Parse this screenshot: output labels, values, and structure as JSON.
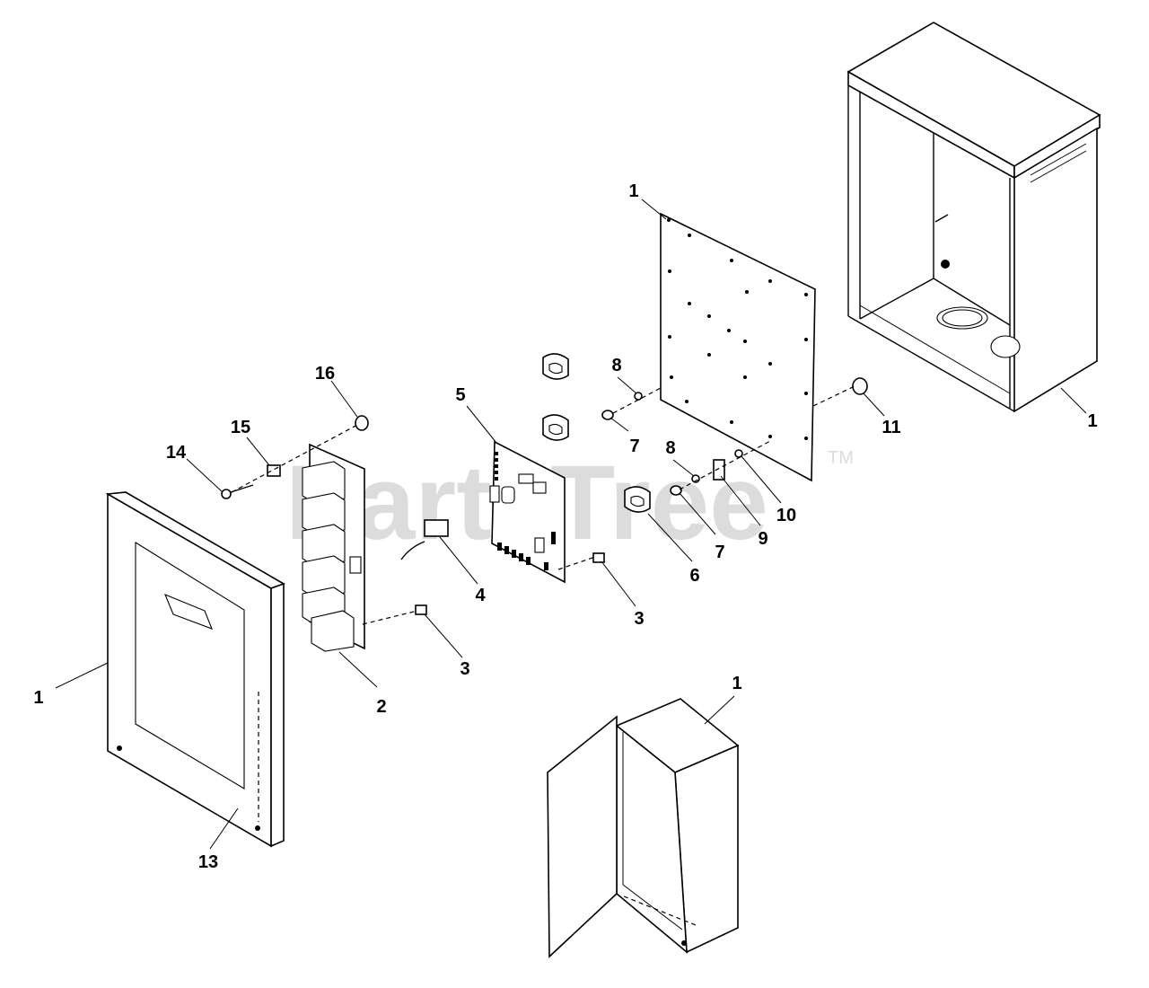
{
  "watermark": {
    "text": "PartsTree",
    "trademark": "TM"
  },
  "callouts": [
    {
      "id": "callout-1-back-panel",
      "label": "1"
    },
    {
      "id": "callout-1-enclosure-top",
      "label": "1"
    },
    {
      "id": "callout-1-door",
      "label": "1"
    },
    {
      "id": "callout-1-cabinet-bottom",
      "label": "1"
    },
    {
      "id": "callout-2",
      "label": "2"
    },
    {
      "id": "callout-3-lower",
      "label": "3"
    },
    {
      "id": "callout-3-upper",
      "label": "3"
    },
    {
      "id": "callout-4",
      "label": "4"
    },
    {
      "id": "callout-5",
      "label": "5"
    },
    {
      "id": "callout-6",
      "label": "6"
    },
    {
      "id": "callout-7-upper",
      "label": "7"
    },
    {
      "id": "callout-7-lower",
      "label": "7"
    },
    {
      "id": "callout-8-upper",
      "label": "8"
    },
    {
      "id": "callout-8-lower",
      "label": "8"
    },
    {
      "id": "callout-9",
      "label": "9"
    },
    {
      "id": "callout-10",
      "label": "10"
    },
    {
      "id": "callout-11",
      "label": "11"
    },
    {
      "id": "callout-13",
      "label": "13"
    },
    {
      "id": "callout-14",
      "label": "14"
    },
    {
      "id": "callout-15",
      "label": "15"
    },
    {
      "id": "callout-16",
      "label": "16"
    }
  ]
}
